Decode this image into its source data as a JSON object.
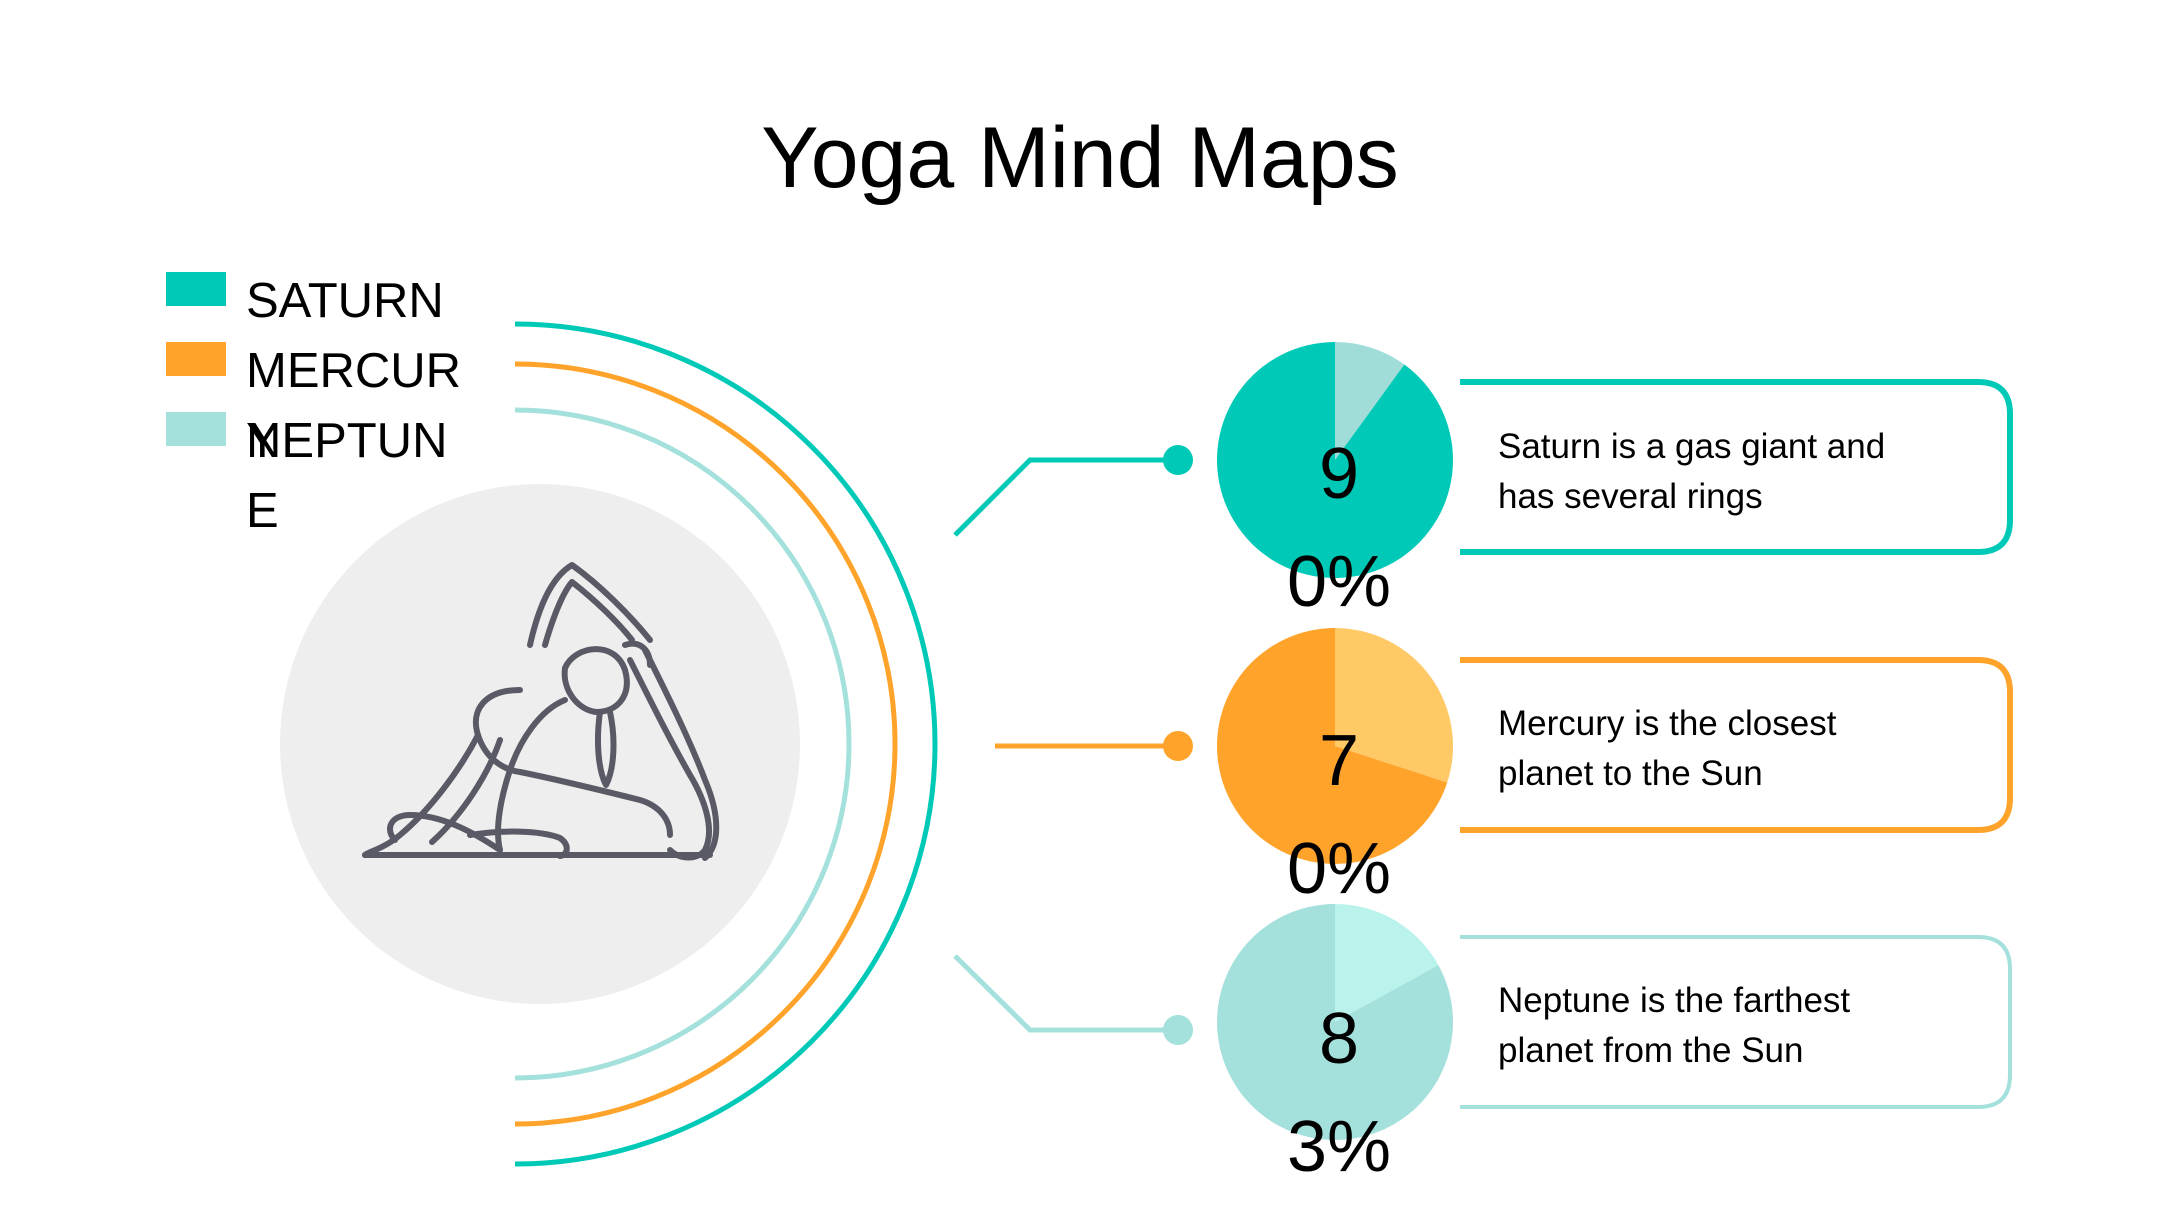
{
  "title": "Yoga Mind Maps",
  "chart_data": {
    "type": "pie",
    "series": [
      {
        "name": "SATURN",
        "value": 90,
        "label": "90%",
        "description": "Saturn is a gas giant and has several rings",
        "color": "#00c9b7",
        "light_color": "#a0ddd8"
      },
      {
        "name": "MERCURY",
        "value": 70,
        "label": "70%",
        "description": "Mercury is the closest planet to the Sun",
        "color": "#ffa32b",
        "light_color": "#ffc966"
      },
      {
        "name": "NEPTUNE",
        "value": 83,
        "label": "83%",
        "description": "Neptune is the farthest planet from the Sun",
        "color": "#a4e0dc",
        "light_color": "#baf2ec"
      }
    ],
    "legend_position": "top-left"
  },
  "illustration": {
    "icon": "yoga-pose-icon",
    "background": "#eeeeee",
    "stroke": "#5a5a66"
  }
}
